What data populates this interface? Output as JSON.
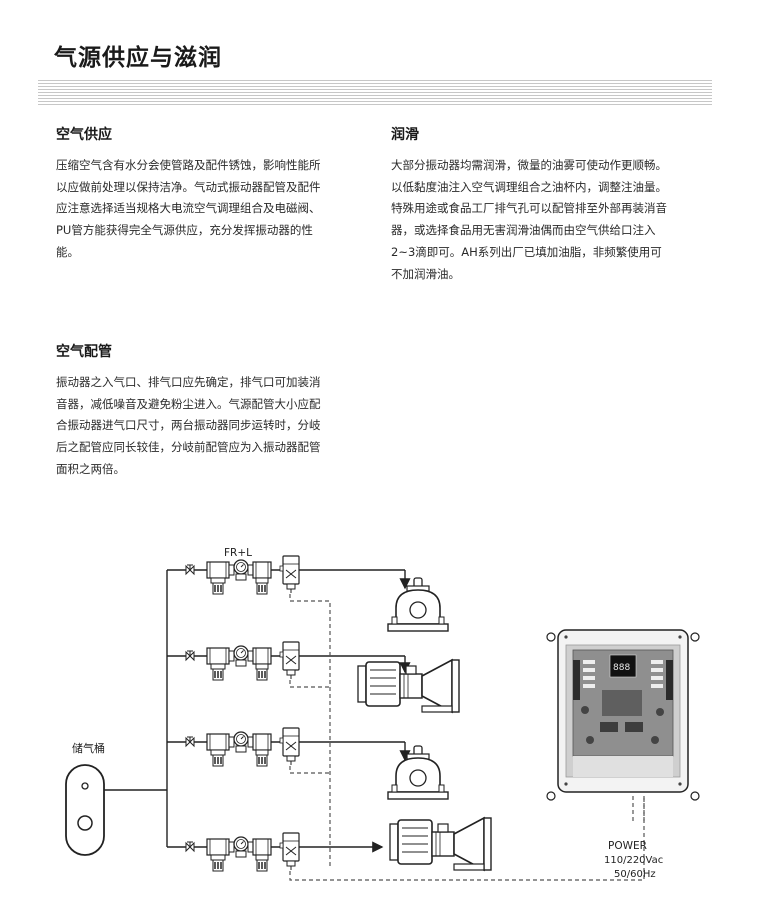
{
  "page": {
    "title": "气源供应与滋润"
  },
  "sections": {
    "air_supply": {
      "heading": "空气供应",
      "body": "压缩空气含有水分会使管路及配件锈蚀，影响性能所以应做前处理以保持洁净。气动式振动器配管及配件应注意选择适当规格大电流空气调理组合及电磁阀、PU管方能获得完全气源供应，充分发挥振动器的性能。"
    },
    "lubrication": {
      "heading": "润滑",
      "body": "大部分振动器均需润滑，微量的油雾可使动作更顺畅。以低黏度油注入空气调理组合之油杯内，调整注油量。特殊用途或食品工厂排气孔可以配管排至外部再装消音器，或选择食品用无害润滑油偶而由空气供给口注入2~3滴即可。AH系列出厂已填加油脂，非频繁使用可不加润滑油。"
    },
    "piping": {
      "heading": "空气配管",
      "body": "振动器之入气口、排气口应先确定，排气口可加装消音器，减低噪音及避免粉尘进入。气源配管大小应配合振动器进气口尺寸，两台振动器同步运转时，分岐后之配管应同长较佳，分岐前配管应为入振动器配管面积之两倍。"
    }
  },
  "diagram": {
    "tank_label": "储气桶",
    "frl_label": "FR+L",
    "display_reading": "888",
    "power_lines": [
      "POWER",
      "110/220Vac",
      "50/60Hz"
    ],
    "colors": {
      "line": "#222222",
      "controller_panel": "#cfcfcf",
      "pcb": "#8f8f8f"
    }
  }
}
